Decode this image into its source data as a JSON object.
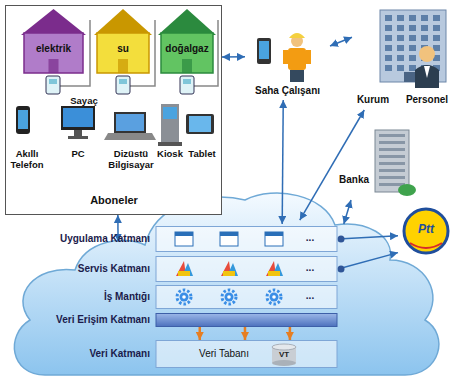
{
  "diagram": {
    "nodes": [
      {
        "text": [
          "Aboneler"
        ]
      },
      {
        "text": [
          "elektrik"
        ],
        "in": 0
      },
      {
        "text": [
          "su"
        ],
        "in": 0
      },
      {
        "text": [
          "doğalgaz"
        ],
        "in": 0
      },
      {
        "text": [
          "Saha Çalışanı"
        ]
      },
      {
        "text": [
          "Kurum"
        ]
      },
      {
        "text": [
          "Personel"
        ]
      },
      {
        "text": [
          "Banka"
        ]
      },
      {
        "text": [
          "Ptt"
        ]
      },
      {
        "text": []
      },
      {
        "text": [
          "Uygulama Katmanı",
          "..."
        ],
        "in": 9
      },
      {
        "text": [
          "Servis Katmanı",
          "..."
        ],
        "in": 9
      },
      {
        "text": [
          "İş Mantığı",
          "..."
        ],
        "in": 9
      },
      {
        "text": [
          "Veri Erişim Katmanı"
        ],
        "in": 9
      },
      {
        "text": [
          "Veri Katmanı",
          "Veri Tabanı",
          "VT"
        ],
        "in": 9
      }
    ],
    "edges": [
      {
        "from": 0,
        "to": 4,
        "arrow": "both"
      },
      {
        "from": 4,
        "to": 5,
        "arrow": "both"
      },
      {
        "from": 0,
        "to": 9,
        "arrow": "both"
      },
      {
        "from": 4,
        "to": 9,
        "arrow": "both"
      },
      {
        "from": 5,
        "to": 9,
        "arrow": "both"
      },
      {
        "from": 7,
        "to": 9,
        "arrow": "both"
      },
      {
        "from": 10,
        "to": 8,
        "arrow": "to"
      },
      {
        "from": 11,
        "to": 8,
        "arrow": "to"
      },
      {
        "from": 13,
        "to": 14,
        "arrow": "to"
      },
      {
        "from": 13,
        "to": 14,
        "arrow": "to"
      },
      {
        "from": 13,
        "to": 14,
        "arrow": "to"
      }
    ],
    "labels": [
      "Sayaç",
      "Akıllı Telefon",
      "PC",
      "Dizüstü Bilgisayar",
      "Kiosk",
      "Tablet"
    ]
  }
}
